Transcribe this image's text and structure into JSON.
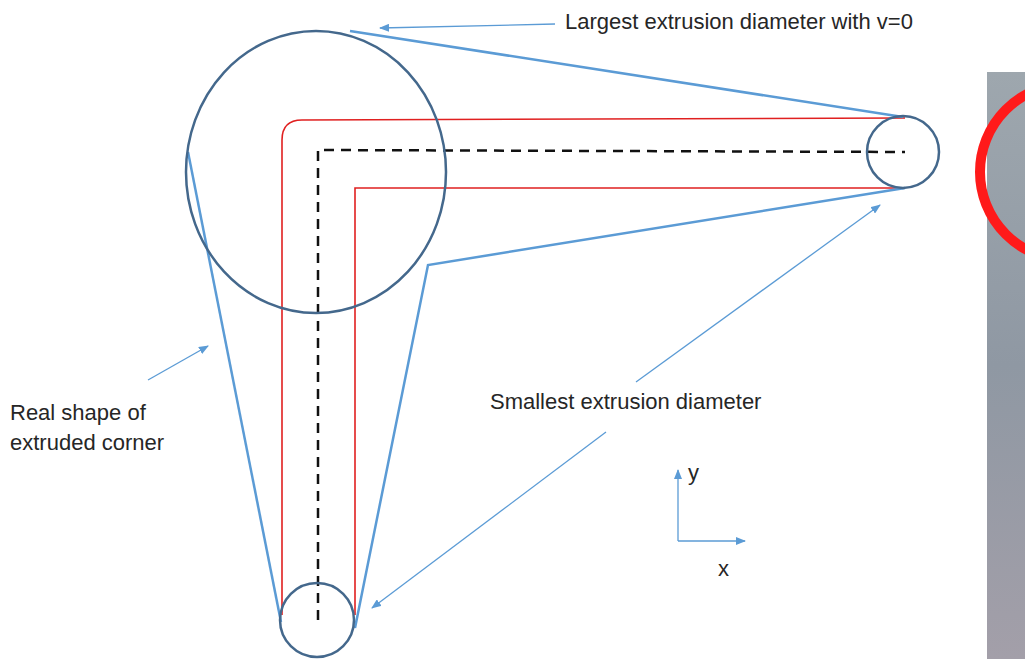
{
  "diagram": {
    "labels": [
      "Largest extrusion diameter with v=0",
      "Real shape of extruded corner",
      "Smallest extrusion diameter",
      "y",
      "x"
    ]
  }
}
